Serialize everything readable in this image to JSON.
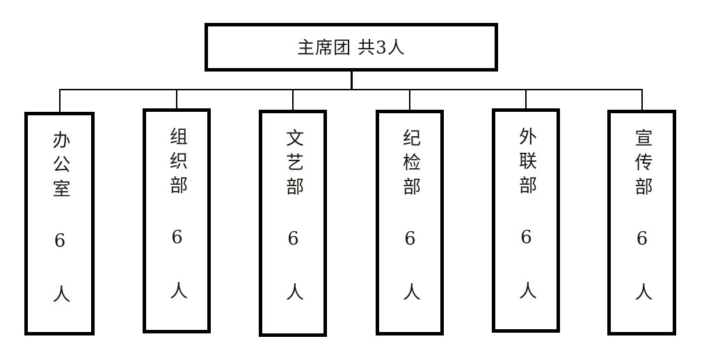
{
  "chart_data": {
    "type": "diagram",
    "diagram_kind": "organizational-chart",
    "title": "",
    "orientation": "top-down",
    "root": {
      "label": "主席团 共3人",
      "name": "主席团",
      "count": 3,
      "unit": "人"
    },
    "children": [
      {
        "label": "办公室\n6\n人",
        "name": "办公室",
        "count": 6,
        "unit": "人"
      },
      {
        "label": "组织部\n6\n人",
        "name": "组织部",
        "count": 6,
        "unit": "人"
      },
      {
        "label": "文艺部\n6\n人",
        "name": "文艺部",
        "count": 6,
        "unit": "人"
      },
      {
        "label": "纪检部\n6\n人",
        "name": "纪检部",
        "count": 6,
        "unit": "人"
      },
      {
        "label": "外联部\n6\n人",
        "name": "外联部",
        "count": 6,
        "unit": "人"
      },
      {
        "label": "宣传部\n6\n人",
        "name": "宣传部",
        "count": 6,
        "unit": "人"
      }
    ],
    "colors": {
      "background": "#ffffff",
      "box_border": "#000000",
      "box_fill": "#ffffff",
      "text": "#15180f",
      "connector": "#000000"
    }
  },
  "nodes": {
    "root": {
      "label": "主席团 共3人"
    },
    "departments": [
      {
        "label": "办公室\n6\n人"
      },
      {
        "label": "组织部\n6\n人"
      },
      {
        "label": "文艺部\n6\n人"
      },
      {
        "label": "纪检部\n6\n人"
      },
      {
        "label": "外联部\n6\n人"
      },
      {
        "label": "宣传部\n6\n人"
      }
    ]
  }
}
